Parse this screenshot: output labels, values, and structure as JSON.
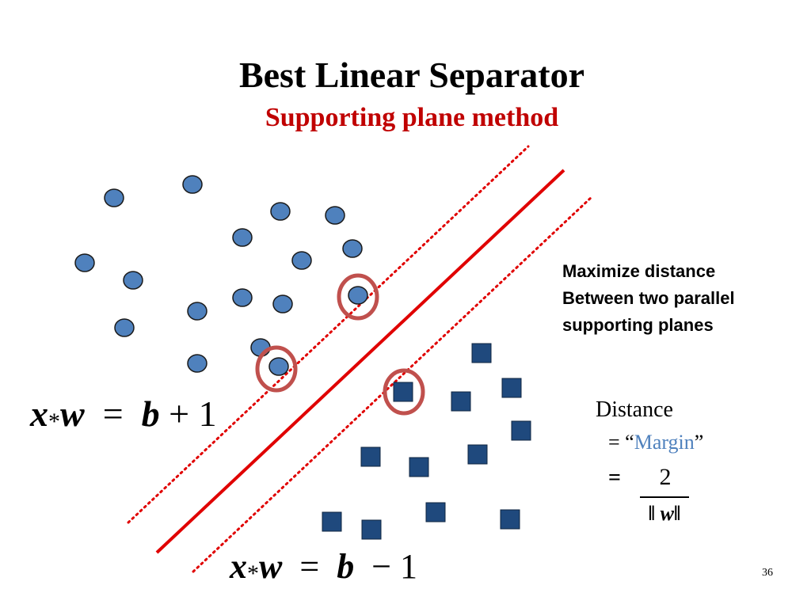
{
  "slide": {
    "title": "Best Linear Separator",
    "subtitle": "Supporting plane method",
    "note_lines": [
      "Maximize distance",
      "Between two parallel",
      "supporting planes"
    ],
    "distance_label": "Distance",
    "margin_prefix": "= “",
    "margin_word": "Margin",
    "margin_suffix": "”",
    "equals": "=",
    "fraction": {
      "numerator": "2",
      "denominator_bars": "‖",
      "denominator_var": "w"
    },
    "equation_top": {
      "x": "x",
      "star": "*",
      "w": "w",
      "eq": "=",
      "b": "b",
      "rhs": "+ 1"
    },
    "equation_bottom": {
      "x": "x",
      "star": "*",
      "w": "w",
      "eq": "=",
      "b": "b",
      "rhs": "− 1"
    },
    "page_number": "36"
  },
  "colors": {
    "circle_fill": "#4f81bd",
    "square_fill": "#1f497d",
    "separator": "#e00000",
    "support_highlight": "#c0504d"
  }
}
